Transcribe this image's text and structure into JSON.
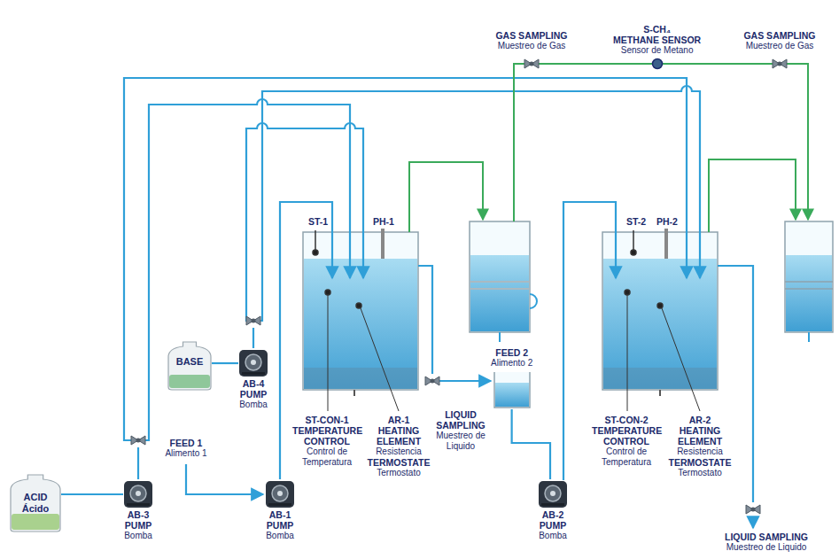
{
  "diagram": {
    "nodes": [
      {
        "text": [
          "S-CH₄",
          "METHANE SENSOR",
          "Sensor de Metano"
        ]
      },
      {
        "text": [
          "BASE"
        ]
      },
      {
        "text": [
          "AB-4",
          "PUMP",
          "Bomba"
        ]
      },
      {
        "text": [
          "FEED 2",
          "Alimento 2"
        ]
      },
      {
        "text": [
          "ACID",
          "Ácido"
        ]
      },
      {
        "text": [
          "AB-3",
          "PUMP",
          "Bomba"
        ]
      },
      {
        "text": [
          "AB-1",
          "PUMP",
          "Bomba"
        ]
      },
      {
        "text": [
          "AB-2",
          "PUMP",
          "Bomba"
        ]
      }
    ],
    "edges": [
      {
        "from": 4,
        "to": 5,
        "arrow": "none"
      },
      {
        "from": 1,
        "to": 2,
        "arrow": "none"
      },
      {
        "from": 3,
        "to": 7,
        "arrow": "none"
      }
    ],
    "labels": [
      "GAS SAMPLING",
      "Muestreo de Gas",
      "GAS SAMPLING",
      "Muestreo de Gas",
      "ST-1",
      "PH-1",
      "ST-2",
      "PH-2",
      "ST-CON-1",
      "TEMPERATURE CONTROL",
      "Control de Temperatura",
      "AR-1",
      "HEATING ELEMENT",
      "Resistencia",
      "TERMOSTATE",
      "Termostato",
      "LIQUID SAMPLING",
      "Muestreo de Liquido",
      "ST-CON-2",
      "TEMPERATURE CONTROL",
      "Control de Temperatura",
      "AR-2",
      "HEATING ELEMENT",
      "Resistencia",
      "TERMOSTATE",
      "Termostato",
      "LIQUID SAMPLING",
      "Muestreo de Liquido",
      "FEED 1",
      "Alimento 1"
    ]
  }
}
